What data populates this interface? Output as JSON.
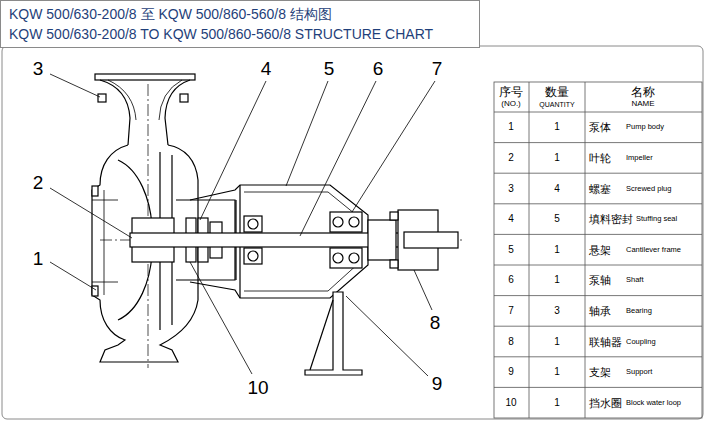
{
  "diagram": {
    "nodes": [
      {
        "text": [
          "KQW 500/630-200/8 至 KQW 500/860-560/8 结构图",
          "KQW 500/630-200/8 TO KQW 500/860-560/8 STRUCTURE CHART"
        ]
      }
    ],
    "labels": [
      "3",
      "4",
      "5",
      "6",
      "7",
      "2",
      "1",
      "8",
      "10",
      "9",
      "序号",
      "数量",
      "名称",
      "(NO.)",
      "QUANTITY",
      "NAME",
      "1",
      "1",
      "泵体",
      "Pump body",
      "2",
      "1",
      "叶轮",
      "Impeller",
      "3",
      "4",
      "螺塞",
      "Screwed plug",
      "4",
      "5",
      "填料密封",
      "Stuffing seal",
      "5",
      "1",
      "悬架",
      "Cantilever frame",
      "6",
      "1",
      "泵轴",
      "Shaft",
      "7",
      "3",
      "轴承",
      "Bearing",
      "8",
      "1",
      "联轴器",
      "Coupling",
      "9",
      "1",
      "支架",
      "Support",
      "10",
      "1",
      "挡水圈",
      "Block water loop"
    ]
  }
}
